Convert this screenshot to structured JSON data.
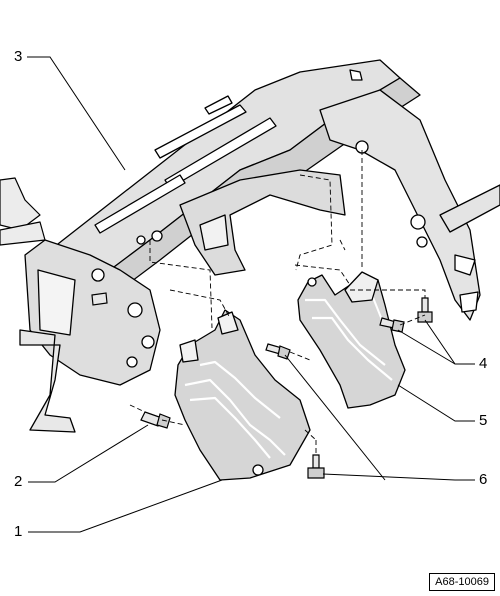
{
  "callouts": [
    {
      "label": "1"
    },
    {
      "label": "2"
    },
    {
      "label": "3"
    },
    {
      "label": "4"
    },
    {
      "label": "5"
    },
    {
      "label": "6"
    }
  ],
  "reference_code": "A68-10069"
}
